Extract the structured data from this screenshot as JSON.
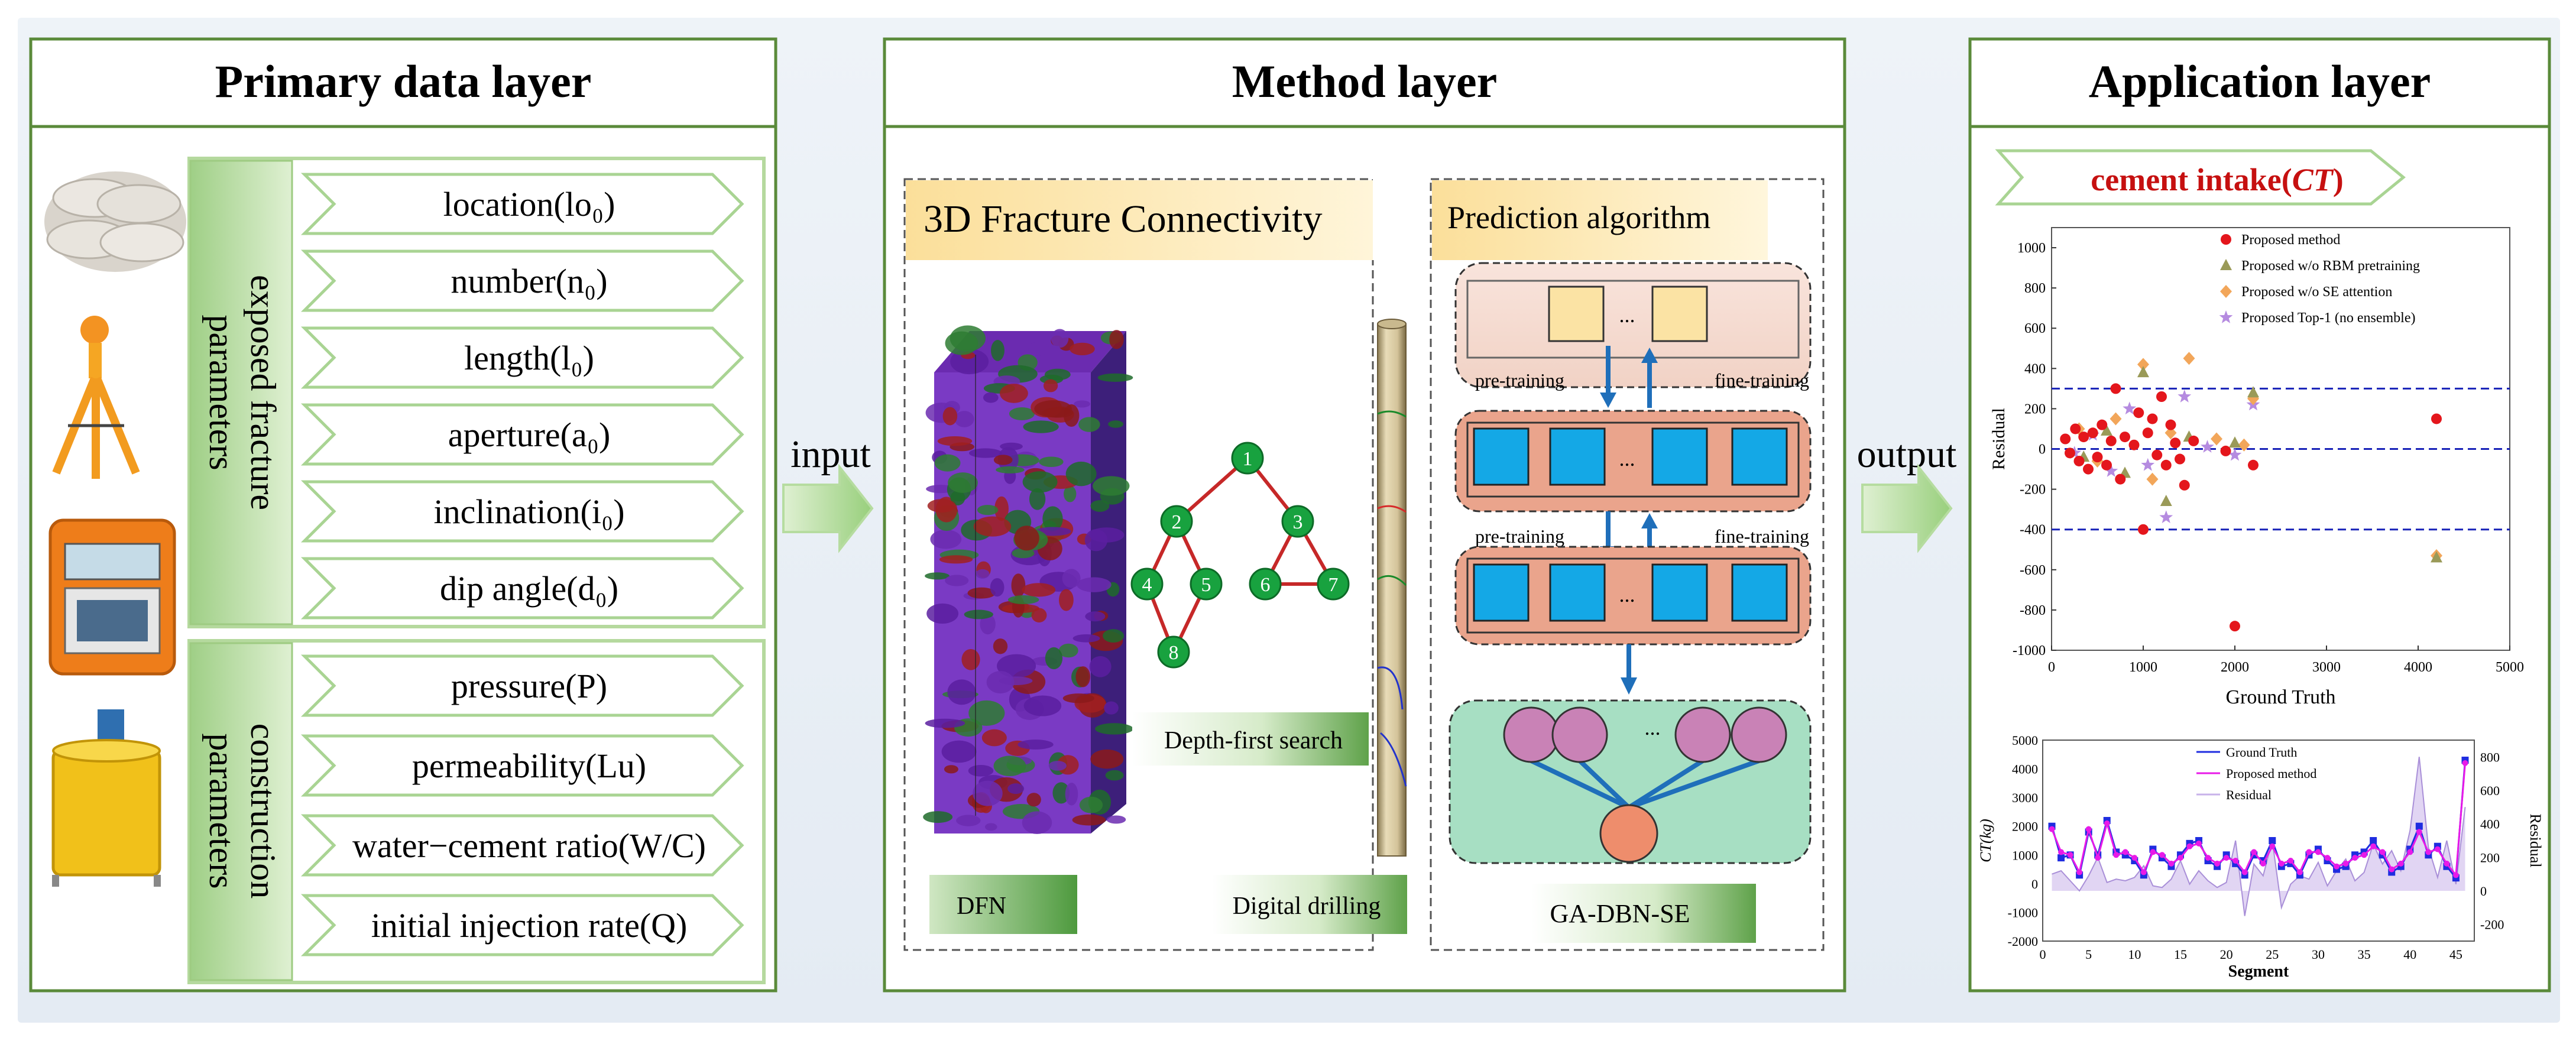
{
  "panels": {
    "primary": {
      "title": "Primary data layer",
      "group1_label": [
        "exposed fracture",
        "parameters"
      ],
      "group2_label": [
        "construction",
        "parameters"
      ],
      "items1": [
        "location(lo₀)",
        "number(n₀)",
        "length(l₀)",
        "aperture(a₀)",
        "inclination(i₀)",
        "dip angle(d₀)"
      ],
      "items2": [
        "pressure(P)",
        "permeability(Lu)",
        "water−cement ratio(W/C)",
        "initial injection rate(Q)"
      ]
    },
    "method": {
      "title": "Method layer",
      "fracture_title": "3D Fracture Connectivity",
      "dfn_label": "DFN",
      "dfs_label": "Depth-first search",
      "drilling_label": "Digital drilling",
      "tree_nodes": [
        "1",
        "2",
        "3",
        "4",
        "5",
        "6",
        "7",
        "8"
      ],
      "prediction_title": "Prediction algorithm",
      "pretrain_label": "pre-training",
      "finetrain_label": "fine-training",
      "ellipsis": "...",
      "model_label": "GA-DBN-SE"
    },
    "application": {
      "title": "Application layer",
      "cement_label_prefix": "cement intake(",
      "cement_label_var": "CT",
      "cement_label_suffix": ")"
    }
  },
  "arrows": {
    "input": "input",
    "output": "output"
  },
  "chart_data": [
    {
      "type": "scatter",
      "xlabel": "Ground Truth",
      "ylabel": "Residual",
      "xlim": [
        0,
        5000
      ],
      "ylim": [
        -1000,
        1100
      ],
      "xticks": [
        "0",
        "1000",
        "2000",
        "3000",
        "4000",
        "5000"
      ],
      "yticks": [
        "-1000",
        "-800",
        "-600",
        "-400",
        "-200",
        "0",
        "200",
        "400",
        "600",
        "800",
        "1000"
      ],
      "reference_lines": [
        300,
        0,
        -400
      ],
      "legend_position": "top-right",
      "series": [
        {
          "name": "Proposed method",
          "marker": "circle",
          "color": "#e4161c",
          "points": [
            [
              150,
              50
            ],
            [
              200,
              -20
            ],
            [
              260,
              100
            ],
            [
              300,
              -60
            ],
            [
              350,
              60
            ],
            [
              400,
              -100
            ],
            [
              450,
              80
            ],
            [
              500,
              -40
            ],
            [
              550,
              120
            ],
            [
              600,
              -80
            ],
            [
              650,
              40
            ],
            [
              700,
              300
            ],
            [
              750,
              -150
            ],
            [
              800,
              60
            ],
            [
              900,
              20
            ],
            [
              950,
              180
            ],
            [
              1000,
              -400
            ],
            [
              1050,
              80
            ],
            [
              1100,
              150
            ],
            [
              1150,
              -30
            ],
            [
              1200,
              260
            ],
            [
              1250,
              -80
            ],
            [
              1300,
              120
            ],
            [
              1350,
              30
            ],
            [
              1400,
              -50
            ],
            [
              1450,
              -180
            ],
            [
              1550,
              40
            ],
            [
              1900,
              -10
            ],
            [
              2000,
              -880
            ],
            [
              2200,
              -80
            ],
            [
              4200,
              150
            ]
          ]
        },
        {
          "name": "Proposed w/o RBM pretraining",
          "marker": "triangle",
          "color": "#9a9a58",
          "points": [
            [
              350,
              -40
            ],
            [
              600,
              90
            ],
            [
              800,
              -120
            ],
            [
              1000,
              380
            ],
            [
              1250,
              -260
            ],
            [
              1500,
              60
            ],
            [
              2000,
              30
            ],
            [
              2200,
              280
            ],
            [
              4200,
              -540
            ]
          ]
        },
        {
          "name": "Proposed w/o SE attention",
          "marker": "diamond",
          "color": "#f2a65a",
          "points": [
            [
              300,
              100
            ],
            [
              500,
              -60
            ],
            [
              700,
              150
            ],
            [
              1000,
              420
            ],
            [
              1100,
              -150
            ],
            [
              1300,
              80
            ],
            [
              1500,
              450
            ],
            [
              1800,
              50
            ],
            [
              2100,
              20
            ],
            [
              2200,
              250
            ],
            [
              4200,
              -530
            ]
          ]
        },
        {
          "name": "Proposed Top-1 (no ensemble)",
          "marker": "star",
          "color": "#b58be0",
          "points": [
            [
              250,
              -20
            ],
            [
              450,
              70
            ],
            [
              650,
              -110
            ],
            [
              850,
              200
            ],
            [
              1050,
              -80
            ],
            [
              1250,
              -340
            ],
            [
              1450,
              260
            ],
            [
              1700,
              10
            ],
            [
              2000,
              -30
            ],
            [
              2200,
              220
            ]
          ]
        }
      ]
    },
    {
      "type": "line",
      "xlabel": "Segment",
      "ylabel": "CT(kg)",
      "y2label": "Residual",
      "xlim": [
        0,
        47
      ],
      "ylim": [
        -2000,
        5000
      ],
      "y2lim": [
        -300,
        900
      ],
      "xticks": [
        "0",
        "5",
        "10",
        "15",
        "20",
        "25",
        "30",
        "35",
        "40",
        "45"
      ],
      "yticks": [
        "-2000",
        "-1000",
        "0",
        "1000",
        "2000",
        "3000",
        "4000",
        "5000"
      ],
      "y2ticks": [
        "-200",
        "0",
        "200",
        "400",
        "600",
        "800"
      ],
      "legend_position": "top-left",
      "x": [
        1,
        2,
        3,
        4,
        5,
        6,
        7,
        8,
        9,
        10,
        11,
        12,
        13,
        14,
        15,
        16,
        17,
        18,
        19,
        20,
        21,
        22,
        23,
        24,
        25,
        26,
        27,
        28,
        29,
        30,
        31,
        32,
        33,
        34,
        35,
        36,
        37,
        38,
        39,
        40,
        41,
        42,
        43,
        44,
        45,
        46
      ],
      "series": [
        {
          "name": "Ground Truth",
          "axis": "left",
          "color": "#1f2de0",
          "marker": "square",
          "values": [
            2000,
            900,
            1000,
            300,
            1800,
            1000,
            2200,
            1100,
            1000,
            800,
            300,
            1200,
            900,
            600,
            1000,
            1400,
            1500,
            800,
            600,
            1000,
            700,
            300,
            1000,
            800,
            1500,
            600,
            700,
            300,
            1000,
            1200,
            800,
            500,
            600,
            1000,
            1100,
            1500,
            1000,
            400,
            600,
            1200,
            2000,
            1000,
            1300,
            600,
            200,
            4300
          ]
        },
        {
          "name": "Proposed method",
          "axis": "left",
          "color": "#e81ae8",
          "marker": "star",
          "values": [
            1900,
            1100,
            1000,
            400,
            1900,
            900,
            2100,
            1000,
            1100,
            900,
            400,
            1100,
            1000,
            700,
            900,
            1300,
            1400,
            900,
            700,
            900,
            800,
            400,
            1100,
            700,
            1300,
            700,
            800,
            400,
            1100,
            1100,
            900,
            600,
            700,
            900,
            1000,
            1300,
            1100,
            500,
            700,
            1100,
            1800,
            1100,
            1200,
            700,
            300,
            4200
          ]
        },
        {
          "name": "Residual",
          "axis": "right",
          "color": "#c8b2ea",
          "style": "area",
          "values": [
            100,
            120,
            60,
            0,
            90,
            200,
            50,
            70,
            60,
            80,
            150,
            30,
            20,
            70,
            180,
            40,
            120,
            60,
            20,
            50,
            300,
            -150,
            160,
            90,
            300,
            -100,
            40,
            90,
            70,
            170,
            30,
            120,
            190,
            60,
            110,
            280,
            160,
            240,
            120,
            360,
            800,
            260,
            80,
            300,
            40,
            500
          ]
        }
      ]
    }
  ]
}
